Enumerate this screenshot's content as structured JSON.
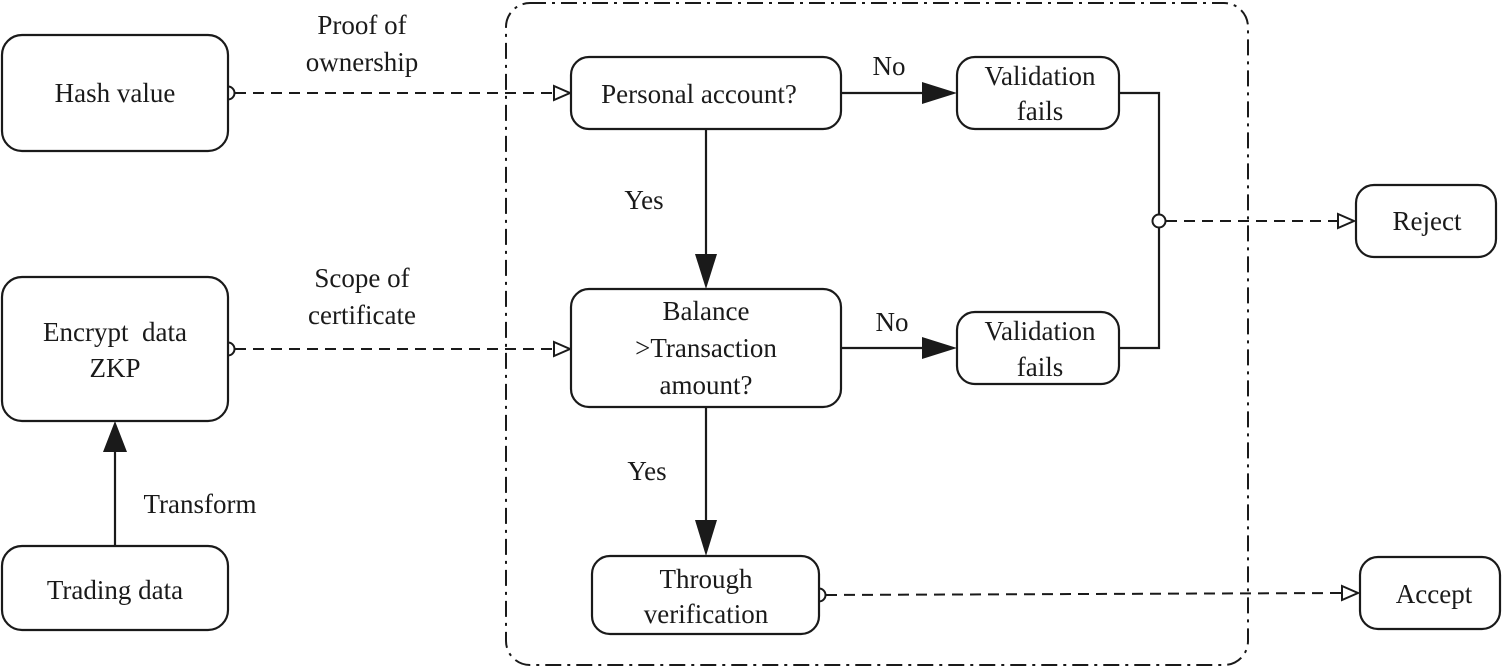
{
  "nodes": {
    "hash_value": "Hash value",
    "encrypt_data": [
      "Encrypt  data",
      "ZKP"
    ],
    "trading_data": "Trading data",
    "personal_account": "Personal account?",
    "balance_check": [
      "Balance",
      ">Transaction",
      "amount?"
    ],
    "validation_fails_1": [
      "Validation",
      "fails"
    ],
    "validation_fails_2": [
      "Validation",
      "fails"
    ],
    "through_verification": [
      "Through",
      "verification"
    ],
    "reject": "Reject",
    "accept": "Accept"
  },
  "edges": {
    "proof_of_ownership": [
      "Proof of",
      "ownership"
    ],
    "scope_of_certificate": [
      "Scope of",
      "certificate"
    ],
    "transform": "Transform",
    "no_1": "No",
    "no_2": "No",
    "yes_1": "Yes",
    "yes_2": "Yes"
  }
}
